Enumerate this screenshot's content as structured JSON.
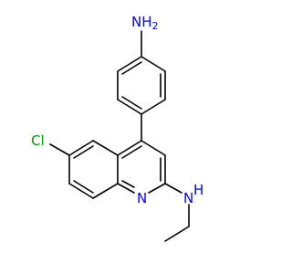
{
  "molecule": {
    "atoms": {
      "amine_top": {
        "text": "NH",
        "subscript": "2",
        "color": "#0000ff"
      },
      "chlorine": {
        "text": "Cl",
        "color": "#00a000"
      },
      "ring_nitrogen": {
        "text": "N",
        "color": "#0000ff"
      },
      "amine_side": {
        "text": "N",
        "h_text": "H",
        "color": "#0000ff"
      }
    }
  }
}
